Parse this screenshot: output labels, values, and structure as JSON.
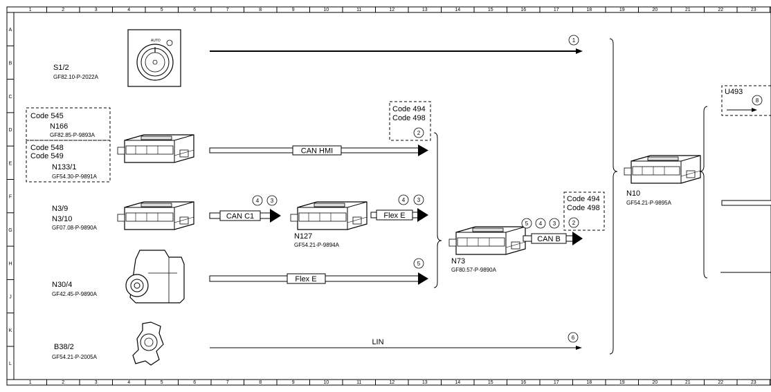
{
  "grid": {
    "columns": [
      "1",
      "2",
      "3",
      "4",
      "5",
      "6",
      "7",
      "8",
      "9",
      "10",
      "11",
      "12",
      "13",
      "14",
      "15",
      "16",
      "17",
      "18",
      "19",
      "20",
      "21",
      "22",
      "23"
    ],
    "rows": [
      "A",
      "B",
      "C",
      "D",
      "E",
      "F",
      "G",
      "H",
      "J",
      "K",
      "L"
    ]
  },
  "components": {
    "s1_2": {
      "name": "S1/2",
      "ref": "GF82.10-P-2022A",
      "knob_label": "AUTO"
    },
    "n166": {
      "code": "Code 545",
      "name": "N166",
      "ref": "GF82.85-P-9893A"
    },
    "n133_1": {
      "code1": "Code 548",
      "code2": "Code 549",
      "name": "N133/1",
      "ref": "GF54.30-P-9891A"
    },
    "n3_9": {
      "name1": "N3/9",
      "name2": "N3/10",
      "ref": "GF07.08-P-9890A"
    },
    "n127": {
      "name": "N127",
      "ref": "GF54.21-P-9894A"
    },
    "n30_4": {
      "name": "N30/4",
      "ref": "GF42.45-P-9890A"
    },
    "b38_2": {
      "name": "B38/2",
      "ref": "GF54.21-P-2005A"
    },
    "n73": {
      "name": "N73",
      "ref": "GF80.57-P-9890A"
    },
    "n10": {
      "name": "N10",
      "ref": "GF54.21-P-9895A"
    },
    "u493": {
      "name": "U493"
    }
  },
  "codes": {
    "top": {
      "line1": "Code 494",
      "line2": "Code 498"
    },
    "right": {
      "line1": "Code 494",
      "line2": "Code 498"
    }
  },
  "buses": {
    "can_hmi": "CAN HMI",
    "can_c1": "CAN C1",
    "flex_e_short": "Flex E",
    "flex_e_long": "Flex E",
    "can_b": "CAN B",
    "lin": "LIN"
  },
  "markers": {
    "s1_2_line": [
      "1"
    ],
    "can_hmi": [
      "2"
    ],
    "can_c1": [
      "4",
      "3"
    ],
    "flex_e_short": [
      "4",
      "3"
    ],
    "flex_e_long": [
      "5"
    ],
    "can_b": [
      "5",
      "4",
      "3",
      "2"
    ],
    "lin": [
      "6"
    ],
    "u493": [
      "8"
    ]
  }
}
